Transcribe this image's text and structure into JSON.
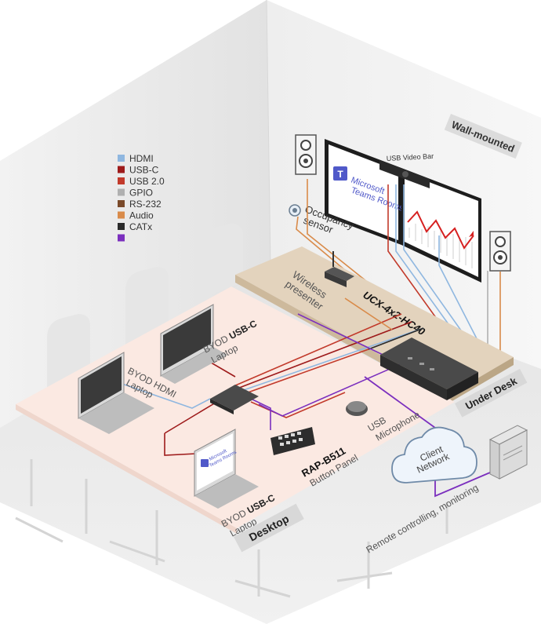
{
  "legend": [
    {
      "label": "HDMI",
      "color": "#8fb7e0"
    },
    {
      "label": "USB-C",
      "color": "#9e1b1b"
    },
    {
      "label": "USB 2.0",
      "color": "#c23a2b"
    },
    {
      "label": "GPIO",
      "color": "#b0b0b0"
    },
    {
      "label": "RS-232",
      "color": "#7a4a2a"
    },
    {
      "label": "Audio",
      "color": "#d98b4a"
    },
    {
      "label": "CATx",
      "color": "#2b2b2b"
    },
    {
      "label": "",
      "color": "#7b2fbe"
    }
  ],
  "zones": {
    "wall_mounted": "Wall-mounted",
    "under_desk": "Under Desk",
    "desktop": "Desktop"
  },
  "devices": {
    "usb_video_bar": "USB Video Bar",
    "teams_line1": "Microsoft",
    "teams_line2": "Teams Rooms",
    "occupancy_line1": "Occupancy",
    "occupancy_line2": "sensor",
    "wireless_line1": "Wireless",
    "wireless_line2": "presenter",
    "ucx": "UCX-4x2-HC40",
    "byod_hdmi_line1": "BYOD HDMI",
    "byod_hdmi_line2": "Laptop",
    "byod_usbc_top_prefix": "BYOD ",
    "byod_usbc_top_bold": "USB-C",
    "byod_usbc_top_line2": "Laptop",
    "byod_usbc_bottom_prefix": "BYOD ",
    "byod_usbc_bottom_bold": "USB-C",
    "byod_usbc_bottom_line2": "Laptop",
    "usb_mic_line1": "USB",
    "usb_mic_line2": "Microphone",
    "rap_line1": "RAP-B511",
    "rap_line2": "Button Panel",
    "cloud_line1": "Client",
    "cloud_line2": "Network",
    "remote": "Remote controlling, monitoring"
  },
  "labels": {
    "catx": "CATx"
  },
  "colors": {
    "hdmi": "#8fb7e0",
    "usbc": "#9e1b1b",
    "usb2": "#c23a2b",
    "gpio": "#b0b0b0",
    "rs232": "#7a4a2a",
    "audio": "#d98b4a",
    "catx_black": "#2b2b2b",
    "catx_purple": "#7b2fbe",
    "desk_top": "#fbe9e2",
    "shelf": "#e3d3bd",
    "chart_line": "#d62020"
  },
  "icons": [
    "teams-logo-icon",
    "speaker-icon",
    "sensor-icon",
    "router-icon",
    "laptop-icon",
    "cloud-icon",
    "pc-tower-icon",
    "microphone-icon",
    "button-panel-icon"
  ]
}
